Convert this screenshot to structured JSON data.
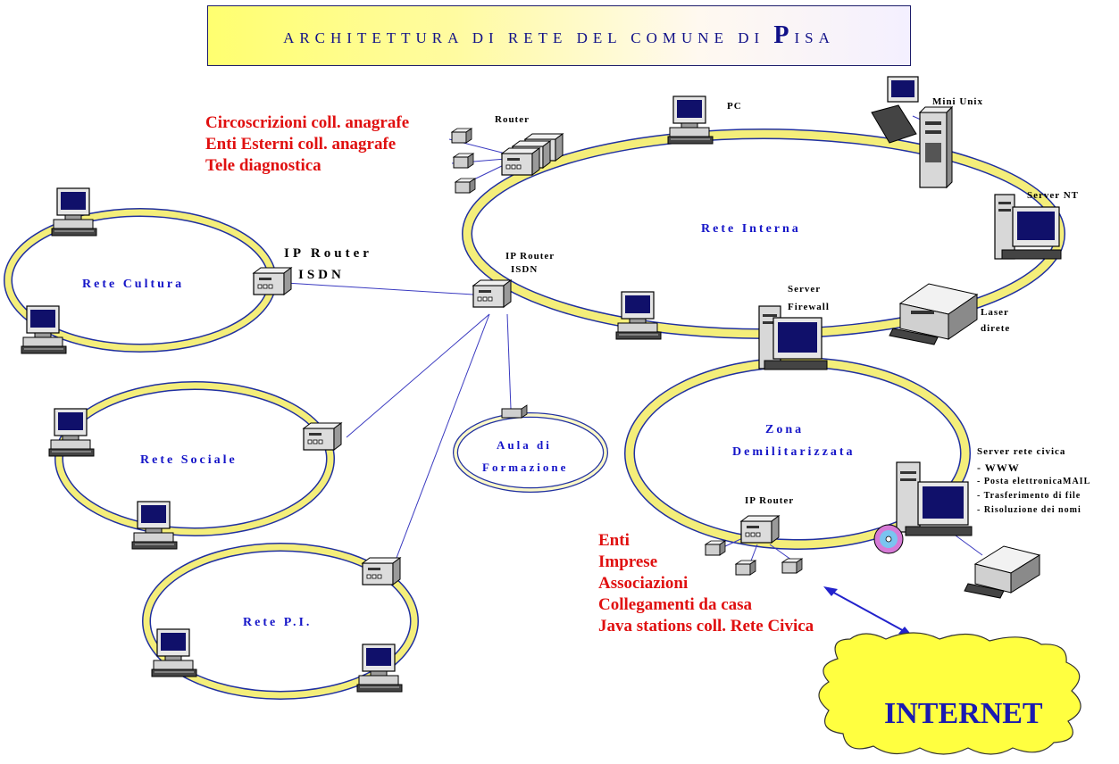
{
  "title": {
    "prefix": "ARCHITETTURA DI RETE DEL COMUNE DI",
    "big": "P",
    "suffix": "ISA"
  },
  "networks": {
    "cultura": "Rete Cultura",
    "sociale": "Rete Sociale",
    "pi": "Rete P.I.",
    "interna": "Rete Interna",
    "aula": [
      "Aula di",
      "Formazione"
    ],
    "dmz": [
      "Zona",
      "Demilitarizzata"
    ]
  },
  "devices": {
    "ip_router_cultura": [
      "IP Router",
      "ISDN"
    ],
    "ip_router_center": [
      "IP Router",
      "ISDN"
    ],
    "router": "Router",
    "pc": "PC",
    "mini_unix": "Mini Unix",
    "server_nt": "Server NT",
    "server_firewall": [
      "Server",
      "Firewall"
    ],
    "laser": [
      "Laser",
      "direte"
    ],
    "ip_router_dmz": "IP Router",
    "server_civica": "Server rete civica",
    "civica_services": [
      "- WWW",
      "- Posta elettronicaMAIL",
      "- Trasferimento di file",
      "- Risoluzione dei nomi"
    ]
  },
  "external_top": [
    "Circoscrizioni coll. anagrafe",
    "Enti Esterni coll. anagrafe",
    "Tele diagnostica"
  ],
  "external_bottom": [
    "Enti",
    "Imprese",
    "Associazioni",
    "Collegamenti da casa",
    "Java stations coll. Rete Civica"
  ],
  "internet": "INTERNET",
  "colors": {
    "ring": "#f4ee7a",
    "ring_line": "#2030a0",
    "link": "#3a3ac0",
    "title_text": "#101088",
    "red_text": "#e01010",
    "blue_text": "#1515c8",
    "cloud": "#ffff40"
  }
}
